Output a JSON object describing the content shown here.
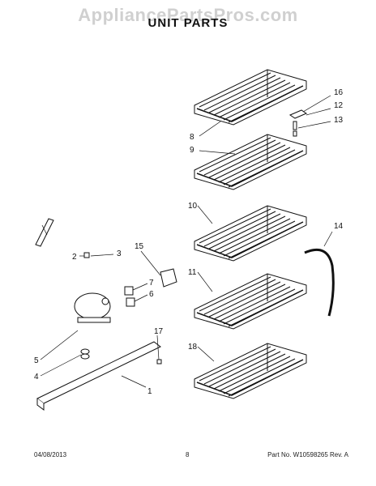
{
  "watermark": "AppliancePartsPros.com",
  "title": "UNIT PARTS",
  "callouts": {
    "c1": "1",
    "c2": "2",
    "c3": "3",
    "c4": "4",
    "c5": "5",
    "c6": "6",
    "c7": "7",
    "c8": "8",
    "c9": "9",
    "c10": "10",
    "c11": "11",
    "c12": "12",
    "c13": "13",
    "c14": "14",
    "c15": "15",
    "c16": "16",
    "c17": "17",
    "c18": "18"
  },
  "footer": {
    "date": "04/08/2013",
    "page": "8",
    "part": "Part No.  W10598265  Rev. A"
  }
}
